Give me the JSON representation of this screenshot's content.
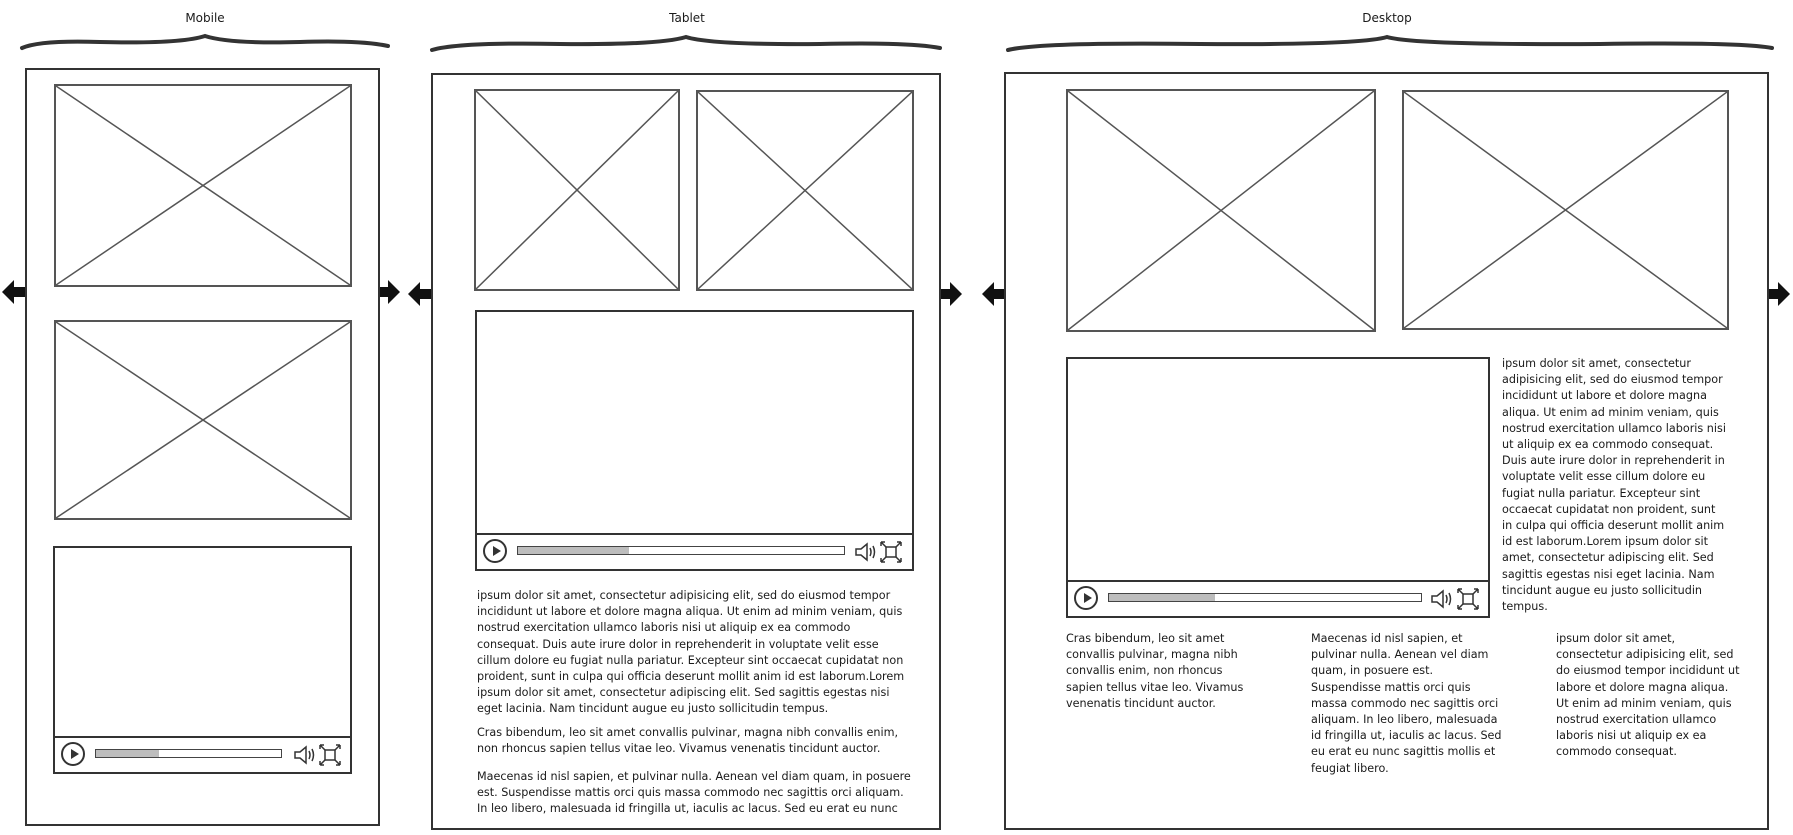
{
  "labels": {
    "mobile": "Mobile",
    "tablet": "Tablet",
    "desktop": "Desktop"
  },
  "video": {
    "progress": 0.34
  },
  "text": {
    "tablet_p1": "ipsum dolor sit amet, consectetur adipisicing elit, sed do eiusmod tempor incididunt ut labore et dolore magna aliqua. Ut enim ad minim veniam, quis nostrud exercitation ullamco laboris nisi ut aliquip ex ea commodo consequat. Duis aute irure dolor in reprehenderit in voluptate velit esse cillum dolore eu fugiat nulla pariatur. Excepteur sint occaecat cupidatat non proident, sunt in culpa qui officia deserunt mollit anim id est laborum.Lorem ipsum dolor sit amet, consectetur adipiscing elit. Sed sagittis egestas nisi eget lacinia. Nam tincidunt augue eu justo sollicitudin tempus.",
    "tablet_p2": "Cras bibendum, leo sit amet convallis pulvinar, magna nibh convallis enim, non rhoncus sapien tellus vitae leo. Vivamus venenatis tincidunt auctor.",
    "tablet_p3": "Maecenas id nisl sapien, et pulvinar nulla. Aenean vel diam quam, in posuere est. Suspendisse mattis orci quis massa commodo nec sagittis orci aliquam. In leo libero, malesuada id fringilla ut, iaculis ac lacus. Sed eu erat eu nunc",
    "desktop_side": "ipsum dolor sit amet, consectetur adipisicing elit, sed do eiusmod tempor incididunt ut labore et dolore magna aliqua. Ut enim ad minim veniam, quis nostrud exercitation ullamco laboris nisi ut aliquip ex ea commodo consequat. Duis aute irure dolor in reprehenderit in voluptate velit esse cillum dolore eu fugiat nulla pariatur. Excepteur sint occaecat cupidatat non proident, sunt in culpa qui officia deserunt mollit anim id est laborum.Lorem ipsum dolor sit amet, consectetur adipiscing elit. Sed sagittis egestas nisi eget lacinia. Nam tincidunt augue eu justo sollicitudin tempus.",
    "desktop_col1": "Cras bibendum, leo sit amet convallis pulvinar, magna nibh convallis enim, non rhoncus sapien tellus vitae leo. Vivamus venenatis tincidunt auctor.",
    "desktop_col2": "Maecenas id nisl sapien, et pulvinar nulla. Aenean vel diam quam, in posuere est. Suspendisse mattis orci quis massa commodo nec sagittis orci aliquam. In leo libero, malesuada id fringilla ut, iaculis ac lacus. Sed eu erat eu nunc sagittis mollis et feugiat libero.",
    "desktop_col3": "ipsum dolor sit amet, consectetur adipisicing elit, sed do eiusmod tempor incididunt ut labore et dolore magna aliqua. Ut enim ad minim veniam, quis nostrud exercitation ullamco laboris nisi ut aliquip ex ea commodo consequat."
  }
}
